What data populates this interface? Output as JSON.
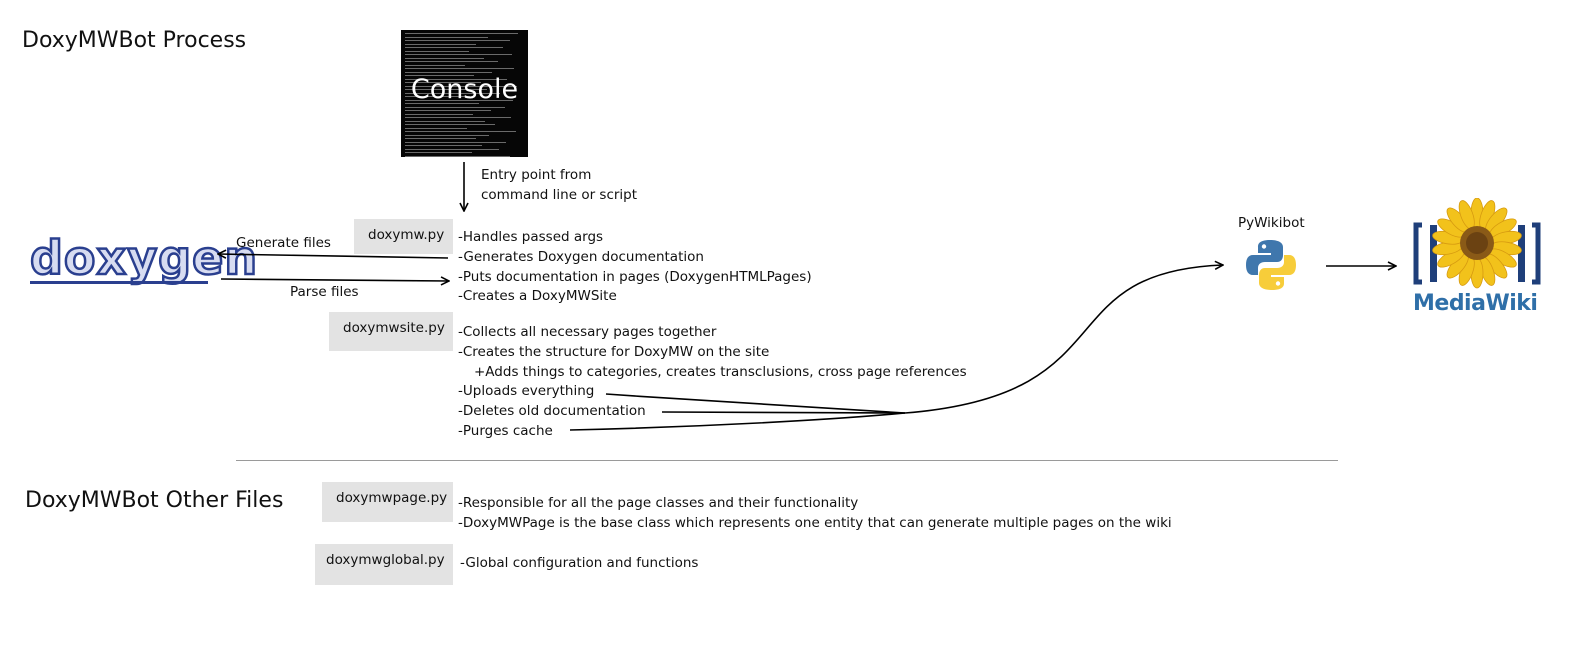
{
  "process_title": "DoxyMWBot Process",
  "other_title": "DoxyMWBot Other Files",
  "console_label": "Console",
  "entry_point": [
    "Entry point from",
    "command line or script"
  ],
  "doxygen_logo": "doxygen",
  "generate_files": "Generate files",
  "parse_files": "Parse files",
  "pywikibot_label": "PyWikibot",
  "mediawiki_logo": "MediaWiki",
  "files": {
    "doxymw": {
      "name": "doxymw.py",
      "desc": [
        "-Handles passed args",
        "-Generates Doxygen documentation",
        "-Puts documentation in pages (DoxygenHTMLPages)",
        "-Creates a DoxyMWSite"
      ]
    },
    "doxymwsite": {
      "name": "doxymwsite.py",
      "desc": [
        "-Collects all necessary pages together",
        "-Creates the structure for DoxyMW on the site",
        "+Adds things to categories, creates transclusions, cross page references",
        "-Uploads everything",
        "-Deletes old documentation",
        "-Purges cache"
      ]
    },
    "doxymwpage": {
      "name": "doxymwpage.py",
      "desc": [
        "-Responsible for all the page classes and their functionality",
        "-DoxyMWPage is the base class which represents one entity that can generate multiple pages on the wiki"
      ]
    },
    "doxymwglobal": {
      "name": "doxymwglobal.py",
      "desc": [
        "-Global configuration and functions"
      ]
    }
  },
  "colors": {
    "file_box": "#e3e3e3",
    "doxygen_blue": "#2a3f8f",
    "python_blue": "#3f77ad",
    "python_yellow": "#f7cd3a",
    "mediawiki_blue": "#2f6fa8",
    "divider": "#9a9a9a"
  }
}
